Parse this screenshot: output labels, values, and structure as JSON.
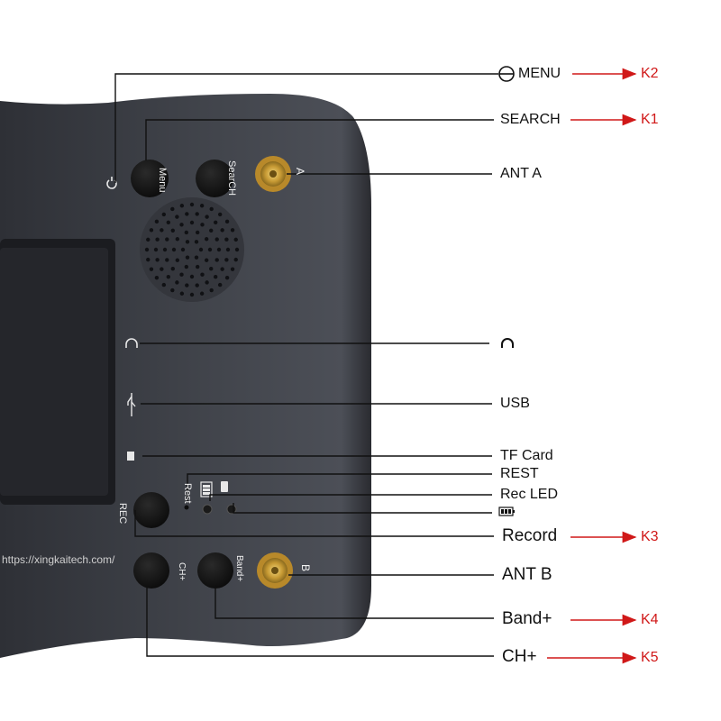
{
  "callouts": {
    "menu": "MENU",
    "search": "SEARCH",
    "ant_a": "ANT A",
    "usb": "USB",
    "tf_card": "TF Card",
    "rest": "REST",
    "rec_led": "Rec LED",
    "record": "Record",
    "ant_b": "ANT B",
    "band_plus": "Band+",
    "ch_plus": "CH+"
  },
  "keys": {
    "k2": "K2",
    "k1": "K1",
    "k3": "K3",
    "k4": "K4",
    "k5": "K5"
  },
  "device_labels": {
    "menu": "Menu",
    "search": "SearCH",
    "antenna_a": "A",
    "rest": "Rest",
    "rec": "REC",
    "ch_plus": "CH+",
    "band_plus": "Band+",
    "antenna_b": "B"
  },
  "watermark": "https://xingkaitech.com/",
  "colors": {
    "device_body": "#3c3e45",
    "button": "#141414",
    "line": "#111111",
    "key_accent": "#d01818"
  }
}
